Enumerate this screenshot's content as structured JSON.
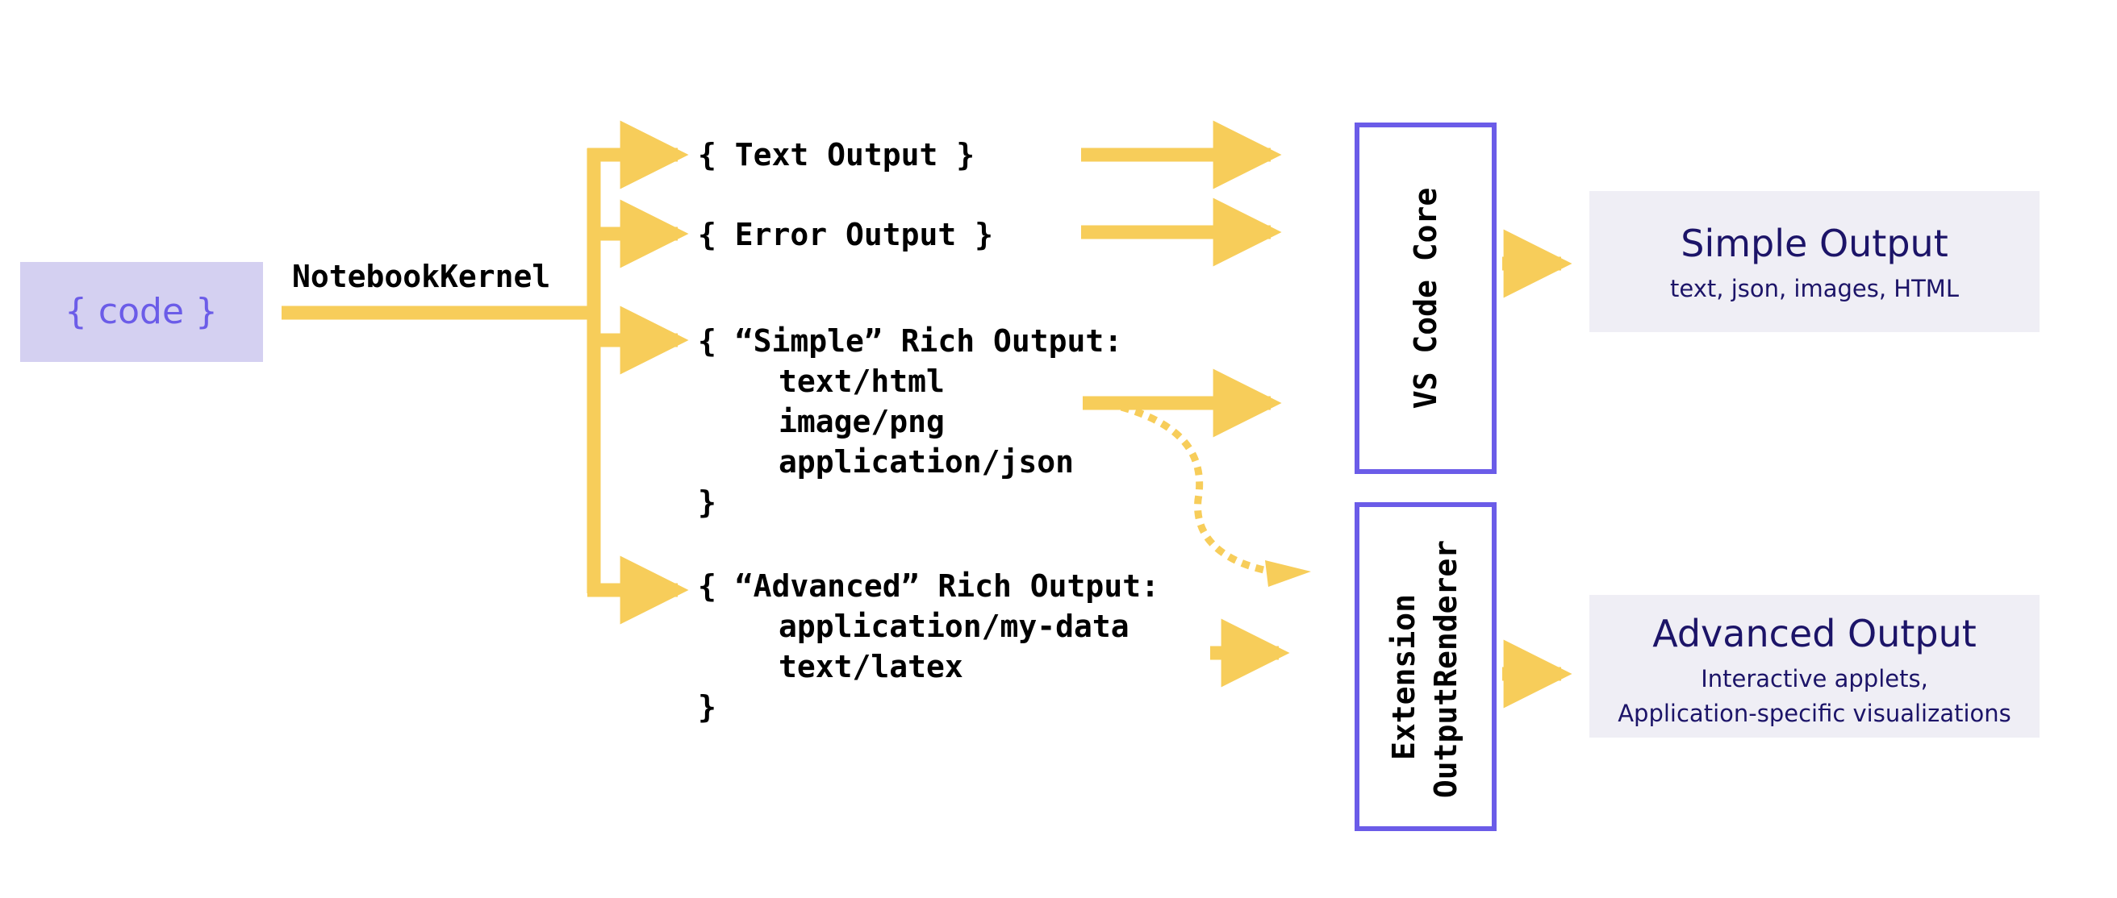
{
  "code_box": {
    "label": "{ code }"
  },
  "kernel_label": "NotebookKernel",
  "outputs": {
    "text_output": "{ Text Output }",
    "error_output": "{ Error Output }",
    "simple_rich": {
      "header": "{ “Simple” Rich Output:",
      "mime_types": [
        "text/html",
        "image/png",
        "application/json"
      ],
      "closing": "}"
    },
    "advanced_rich": {
      "header": "{ “Advanced” Rich Output:",
      "mime_types": [
        "application/my-data",
        "text/latex"
      ],
      "closing": "}"
    }
  },
  "vs_code_core": {
    "label": "VS Code Core"
  },
  "extension_renderer": {
    "line1": "Extension",
    "line2": "OutputRenderer"
  },
  "simple_output": {
    "title": "Simple Output",
    "subtitle": "text, json, images, HTML"
  },
  "advanced_output": {
    "title": "Advanced Output",
    "subtitle_line1": "Interactive applets,",
    "subtitle_line2": "Application-specific visualizations"
  },
  "colors": {
    "arrow": "#F7CD5A",
    "code_box_fill": "#D4D0F1",
    "code_text": "#6B5CE8",
    "renderer_border": "#6B5CE8",
    "output_box_fill": "#EFEEF5",
    "output_title": "#1C1468"
  }
}
